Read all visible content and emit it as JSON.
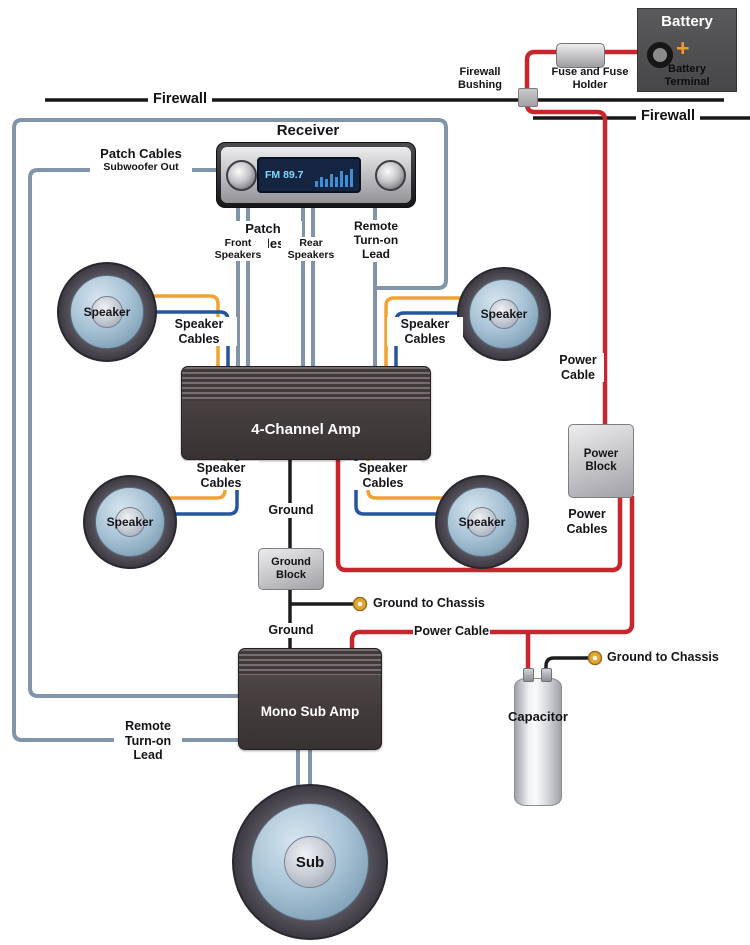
{
  "colors": {
    "power_wire": "#c8252c",
    "ground_wire": "#1d1d1f",
    "signal_wire": "#8095a9",
    "speaker_wire_gold": "#f0a232",
    "speaker_wire_blue": "#2456a0",
    "firewall_line": "#161616"
  },
  "firewall": {
    "label_left": "Firewall",
    "label_right": "Firewall"
  },
  "battery": {
    "label": "Battery",
    "plus": "+",
    "terminal_label": "Battery Terminal"
  },
  "power": {
    "fuse_label": "Fuse and Fuse Holder",
    "bushing_label": "Firewall Bushing",
    "power_cable_label": "Power Cable",
    "power_block_label": "Power Block",
    "power_cables_label": "Power Cables",
    "amp_power_cable_label": "Power Cable"
  },
  "receiver": {
    "label": "Receiver",
    "display_text": "FM 89.7"
  },
  "signal": {
    "patch_cables_sub_label": "Patch Cables",
    "subwoofer_out_label": "Subwoofer Out",
    "patch_cables_label": "Patch Cables",
    "front_speakers_label": "Front Speakers",
    "rear_speakers_label": "Rear Speakers",
    "remote_lead_label": "Remote Turn-on Lead",
    "remote_lead_bottom_label": "Remote Turn-on Lead"
  },
  "speakers": {
    "speaker_label": "Speaker",
    "speaker_cables_label": "Speaker Cables",
    "sub_label": "Sub"
  },
  "amps": {
    "four_channel_label": "4-Channel Amp",
    "mono_sub_label": "Mono Sub Amp"
  },
  "ground": {
    "ground_label": "Ground",
    "ground_block_label": "Ground Block",
    "ground_to_chassis_label": "Ground to Chassis",
    "ground_label_2": "Ground",
    "ground_to_chassis_label_2": "Ground to Chassis"
  },
  "capacitor": {
    "label": "Capacitor"
  }
}
